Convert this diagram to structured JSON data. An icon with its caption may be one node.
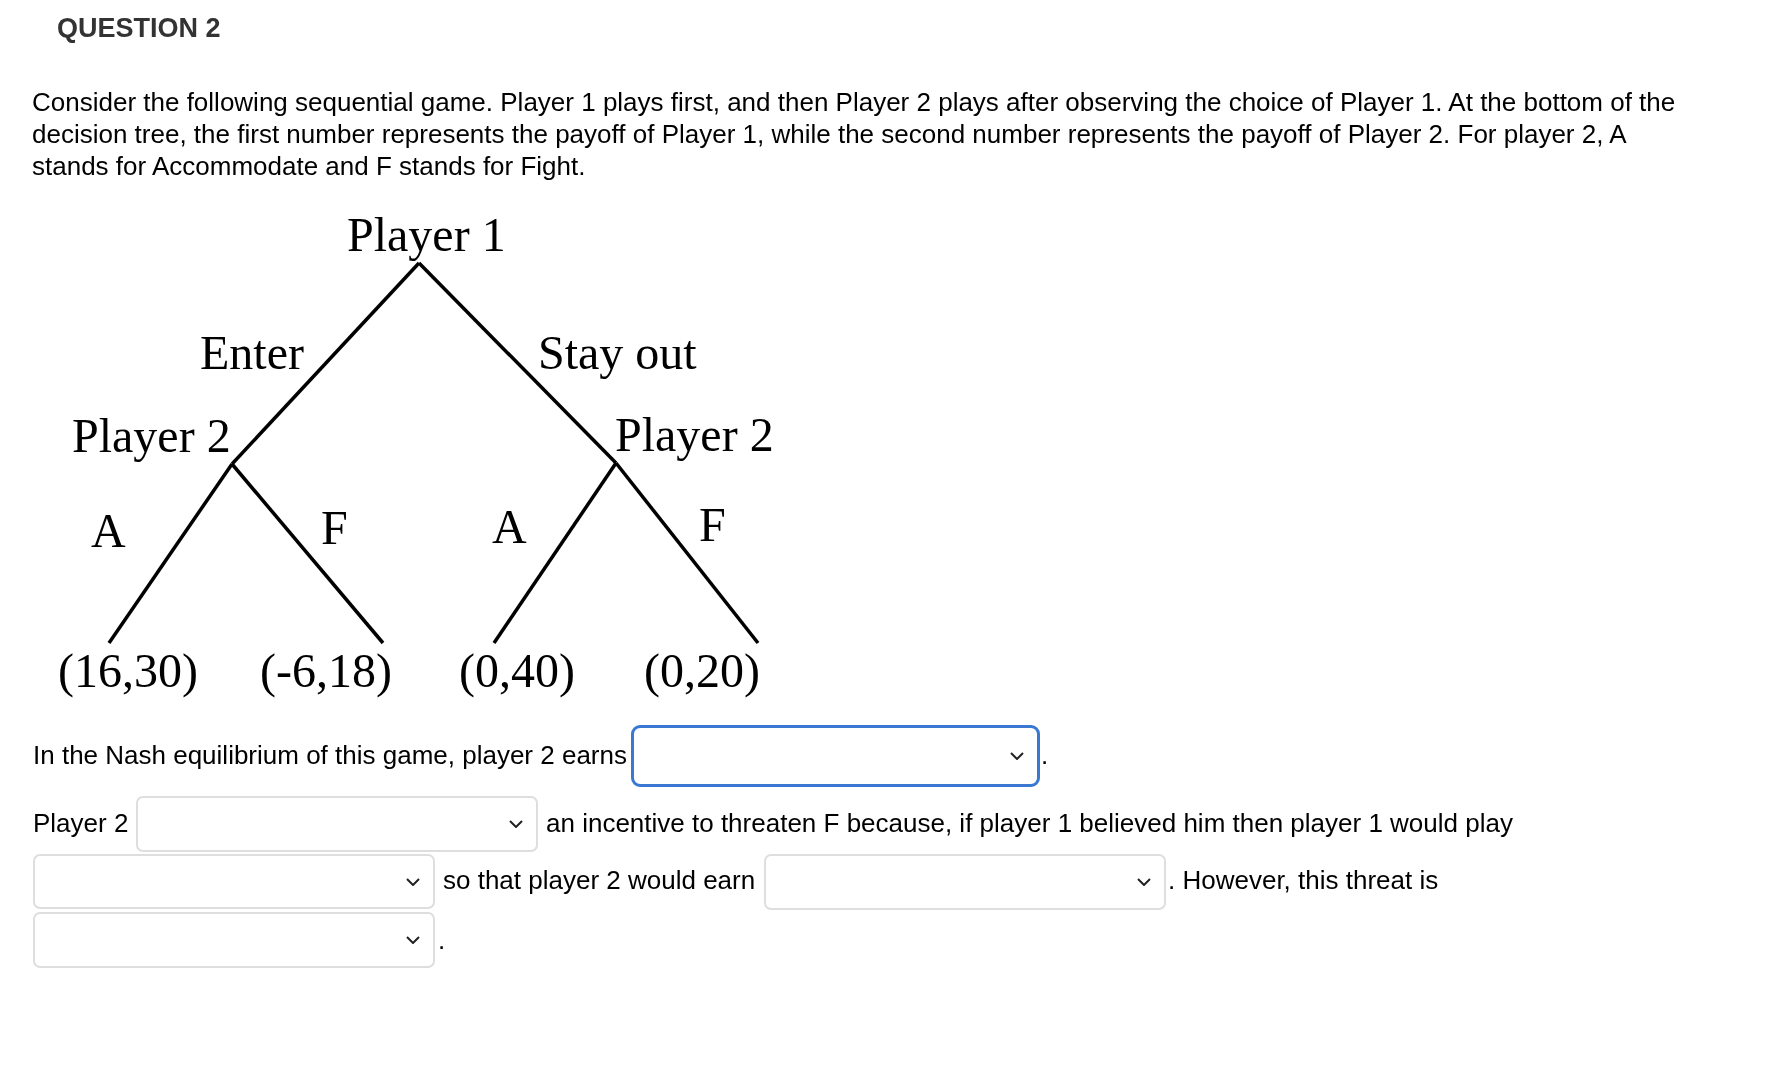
{
  "diagram": {
    "title": "QUESTION 2",
    "nodes": [
      {
        "text": [
          "Player 1"
        ]
      },
      {
        "text": [
          "Player 2"
        ]
      },
      {
        "text": [
          "Player 2"
        ]
      },
      {
        "text": [
          "(16,30)"
        ]
      },
      {
        "text": [
          "(-6,18)"
        ]
      },
      {
        "text": [
          "(0,40)"
        ]
      },
      {
        "text": [
          "(0,20)"
        ]
      }
    ],
    "edges": [
      {
        "from": 0,
        "to": 1,
        "arrow": "none",
        "label": "Enter"
      },
      {
        "from": 0,
        "to": 2,
        "arrow": "none",
        "label": "Stay out"
      },
      {
        "from": 1,
        "to": 3,
        "arrow": "none",
        "label": "A"
      },
      {
        "from": 1,
        "to": 4,
        "arrow": "none",
        "label": "F"
      },
      {
        "from": 2,
        "to": 5,
        "arrow": "none",
        "label": "A"
      },
      {
        "from": 2,
        "to": 6,
        "arrow": "none",
        "label": "F"
      }
    ],
    "labels": [
      "Consider the following sequential game. Player 1 plays first, and then Player 2 plays after observing the choice of Player 1. At the bottom of the decision tree, the first number represents the payoff of Player 1, while the second number represents the payoff of Player 2. For player 2, A stands for Accommodate and F stands for Fight.",
      "In the Nash equilibrium of this game, player 2 earns",
      ".",
      "Player 2",
      "an incentive to threaten F because, if player 1 believed him then player 1 would play",
      "so that player 2 would earn",
      ". However, this threat is",
      "."
    ]
  }
}
